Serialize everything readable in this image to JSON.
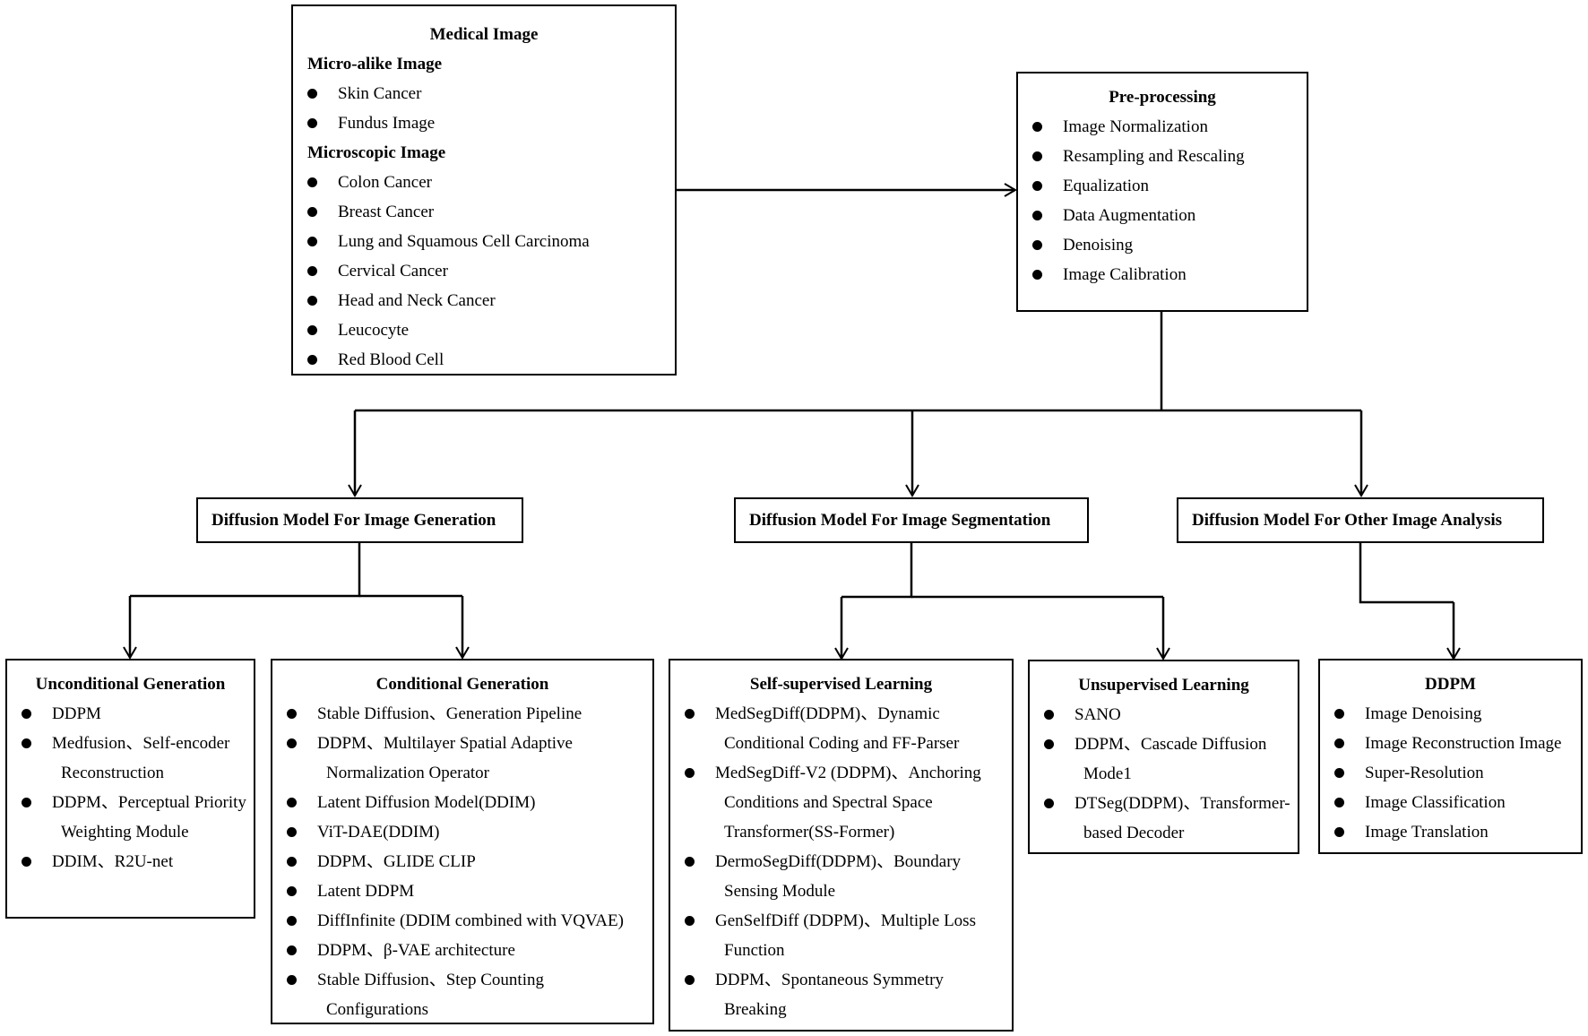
{
  "medical": {
    "title": "Medical Image",
    "micro_alike": {
      "heading": "Micro-alike Image",
      "items": [
        "Skin Cancer",
        "Fundus Image"
      ]
    },
    "microscopic": {
      "heading": "Microscopic Image",
      "items": [
        "Colon Cancer",
        "Breast Cancer",
        "Lung and Squamous Cell Carcinoma",
        "Cervical Cancer",
        "Head and Neck Cancer",
        "Leucocyte",
        "Red Blood Cell"
      ]
    }
  },
  "preprocessing": {
    "title": "Pre-processing",
    "items": [
      "Image Normalization",
      "Resampling and Rescaling",
      "Equalization",
      "Data Augmentation",
      "Denoising",
      "Image Calibration"
    ]
  },
  "branches": {
    "generation": "Diffusion Model For Image Generation",
    "segmentation": "Diffusion Model For Image Segmentation",
    "other": "Diffusion Model For Other Image Analysis"
  },
  "unconditional": {
    "title": "Unconditional Generation",
    "lines": [
      "DDPM",
      "Medfusion、Self-encoder",
      "Reconstruction",
      "DDPM、Perceptual Priority",
      "Weighting Module",
      "DDIM、R2U-net"
    ]
  },
  "conditional": {
    "title": "Conditional Generation",
    "lines": [
      "Stable Diffusion、Generation Pipeline",
      "DDPM、Multilayer Spatial Adaptive",
      "Normalization Operator",
      "Latent Diffusion Model(DDIM)",
      "ViT-DAE(DDIM)",
      "DDPM、GLIDE CLIP",
      "Latent DDPM",
      "DiffInfinite (DDIM combined with VQVAE)",
      "DDPM、β-VAE architecture",
      "Stable Diffusion、Step Counting",
      "Configurations"
    ]
  },
  "self_supervised": {
    "title": "Self-supervised Learning",
    "lines": [
      "MedSegDiff(DDPM)、Dynamic",
      "Conditional Coding and FF-Parser",
      "MedSegDiff-V2 (DDPM)、Anchoring",
      "Conditions and Spectral Space",
      "Transformer(SS-Former)",
      "DermoSegDiff(DDPM)、Boundary",
      "Sensing Module",
      "GenSelfDiff (DDPM)、Multiple Loss",
      "Function",
      "DDPM、Spontaneous Symmetry",
      "Breaking"
    ]
  },
  "unsupervised": {
    "title": "Unsupervised Learning",
    "lines": [
      "SANO",
      "DDPM、Cascade Diffusion",
      "Mode1",
      "DTSeg(DDPM)、Transformer-",
      "based Decoder"
    ]
  },
  "ddpm": {
    "title": "DDPM",
    "items": [
      "Image Denoising",
      "Image Reconstruction Image",
      "Super-Resolution",
      "Image Classification",
      "Image Translation"
    ]
  }
}
